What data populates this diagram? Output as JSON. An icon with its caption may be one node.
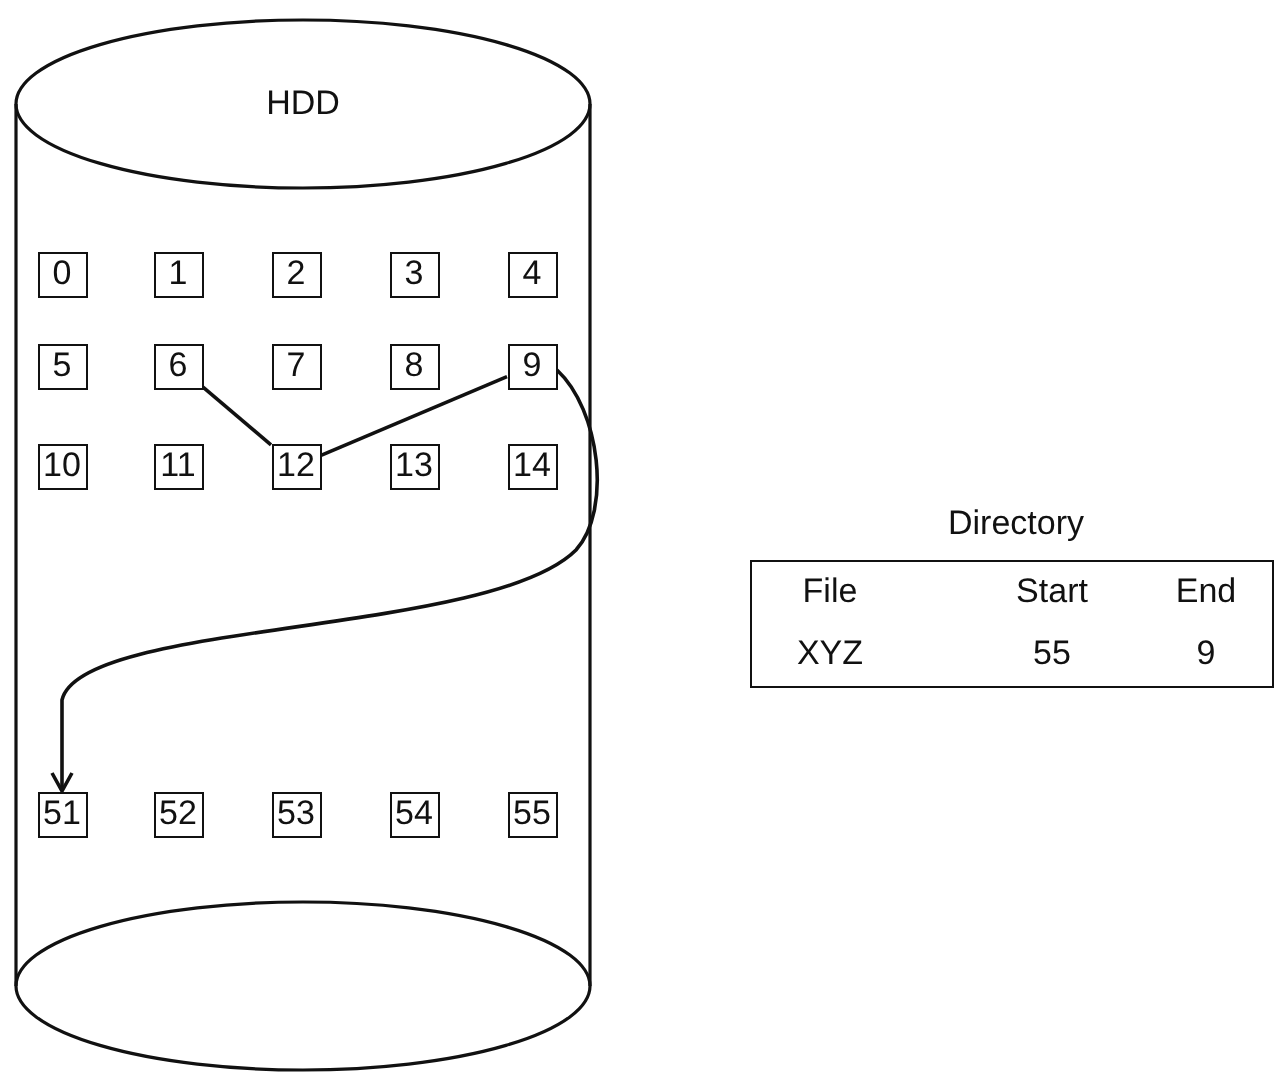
{
  "diagram": {
    "nodes": [
      {
        "text": [
          "HDD"
        ]
      },
      {
        "text": [
          "0"
        ],
        "in": 0
      },
      {
        "text": [
          "1"
        ],
        "in": 0
      },
      {
        "text": [
          "2"
        ],
        "in": 0
      },
      {
        "text": [
          "3"
        ],
        "in": 0
      },
      {
        "text": [
          "4"
        ],
        "in": 0
      },
      {
        "text": [
          "5"
        ],
        "in": 0
      },
      {
        "text": [
          "6"
        ],
        "in": 0
      },
      {
        "text": [
          "7"
        ],
        "in": 0
      },
      {
        "text": [
          "8"
        ],
        "in": 0
      },
      {
        "text": [
          "9"
        ],
        "in": 0
      },
      {
        "text": [
          "10"
        ],
        "in": 0
      },
      {
        "text": [
          "11"
        ],
        "in": 0
      },
      {
        "text": [
          "12"
        ],
        "in": 0
      },
      {
        "text": [
          "13"
        ],
        "in": 0
      },
      {
        "text": [
          "14"
        ],
        "in": 0
      },
      {
        "text": [
          "51"
        ],
        "in": 0
      },
      {
        "text": [
          "52"
        ],
        "in": 0
      },
      {
        "text": [
          "53"
        ],
        "in": 0
      },
      {
        "text": [
          "54"
        ],
        "in": 0
      },
      {
        "text": [
          "55"
        ],
        "in": 0
      }
    ],
    "edges": [
      {
        "from": 7,
        "to": 13,
        "arrow": "none"
      },
      {
        "from": 13,
        "to": 10,
        "arrow": "none"
      },
      {
        "from": 10,
        "to": 16,
        "arrow": "to"
      }
    ],
    "labels": [
      "Directory",
      "File",
      "Start",
      "End",
      "XYZ",
      "55",
      "9"
    ]
  }
}
